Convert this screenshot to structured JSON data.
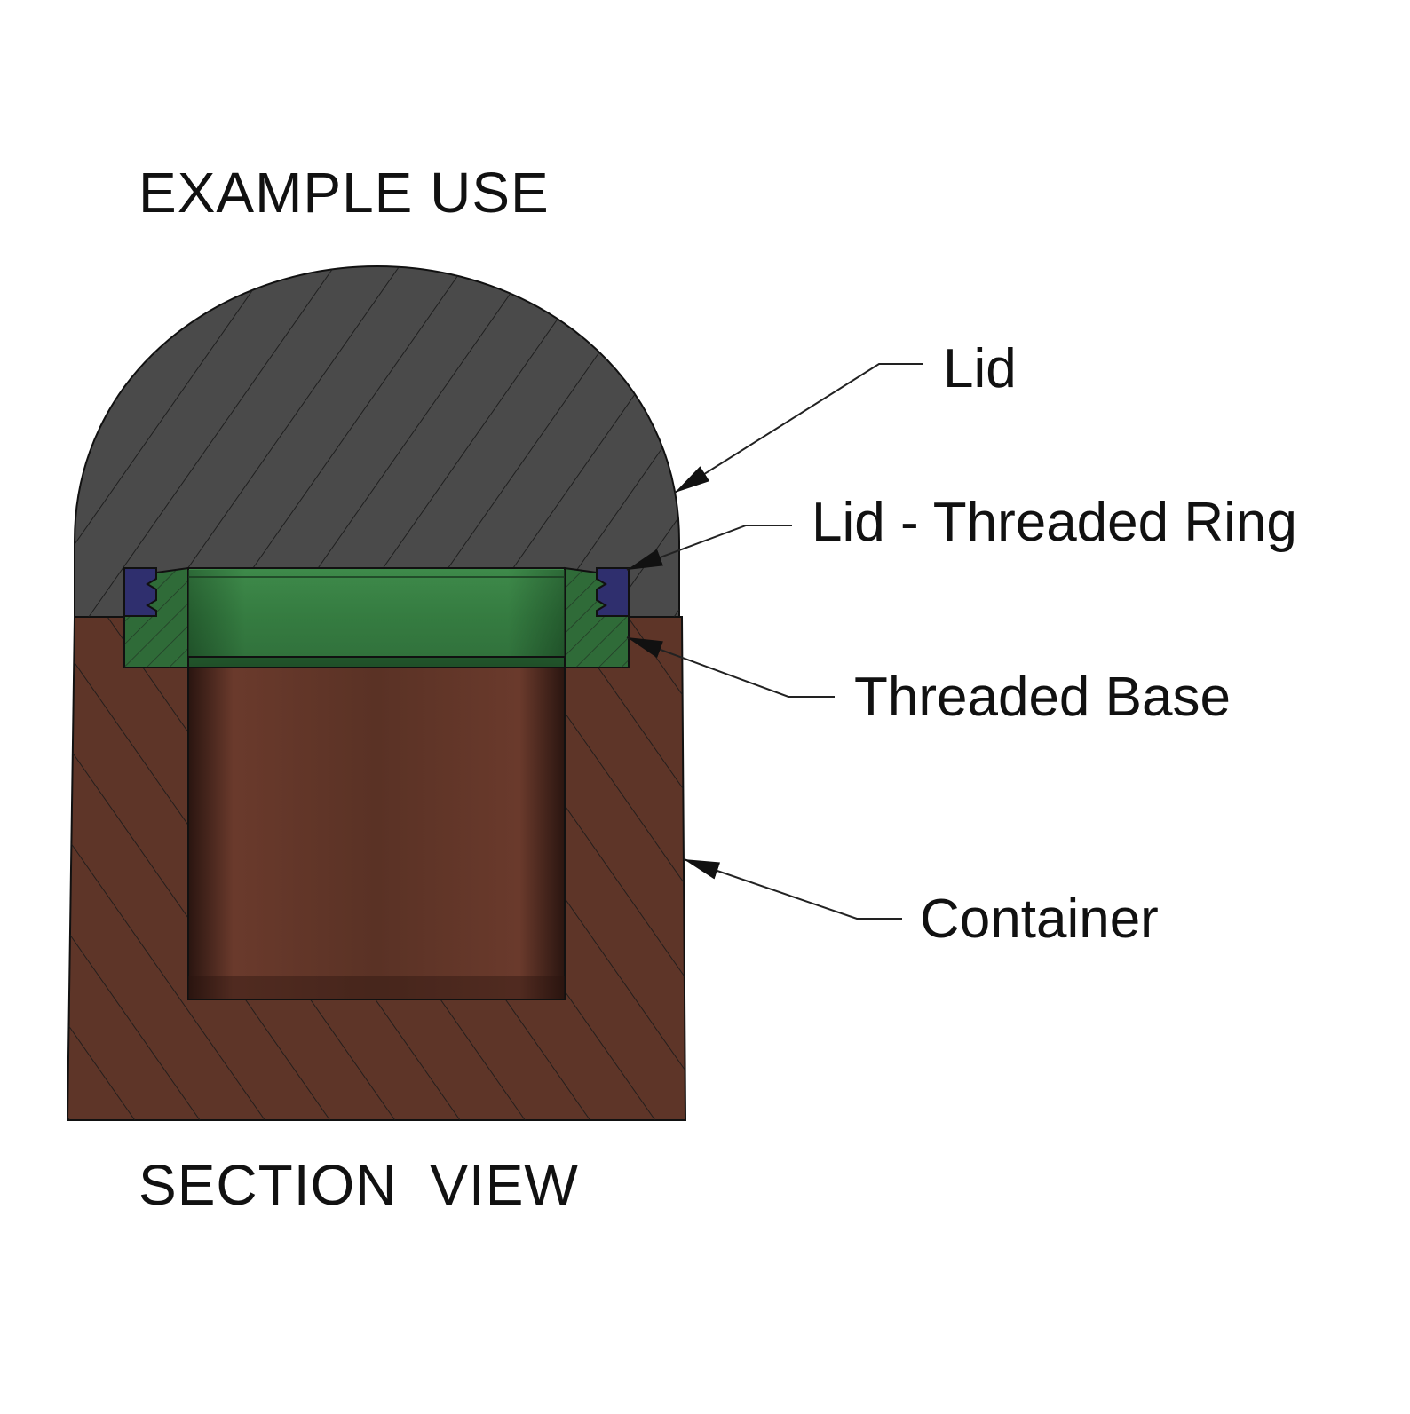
{
  "headings": {
    "top": "EXAMPLE USE",
    "bottom": "SECTION  VIEW"
  },
  "callouts": {
    "lid": "Lid",
    "threaded_ring": "Lid - Threaded Ring",
    "threaded_base": "Threaded Base",
    "container": "Container"
  },
  "colors": {
    "lid": "#4a4a4a",
    "threaded_ring": "#2f2f6e",
    "threaded_base": "#2f6b38",
    "container": "#5e3528",
    "cavity": "#4a2a20",
    "hatch": "#1a1a1a",
    "outline": "#111111"
  }
}
